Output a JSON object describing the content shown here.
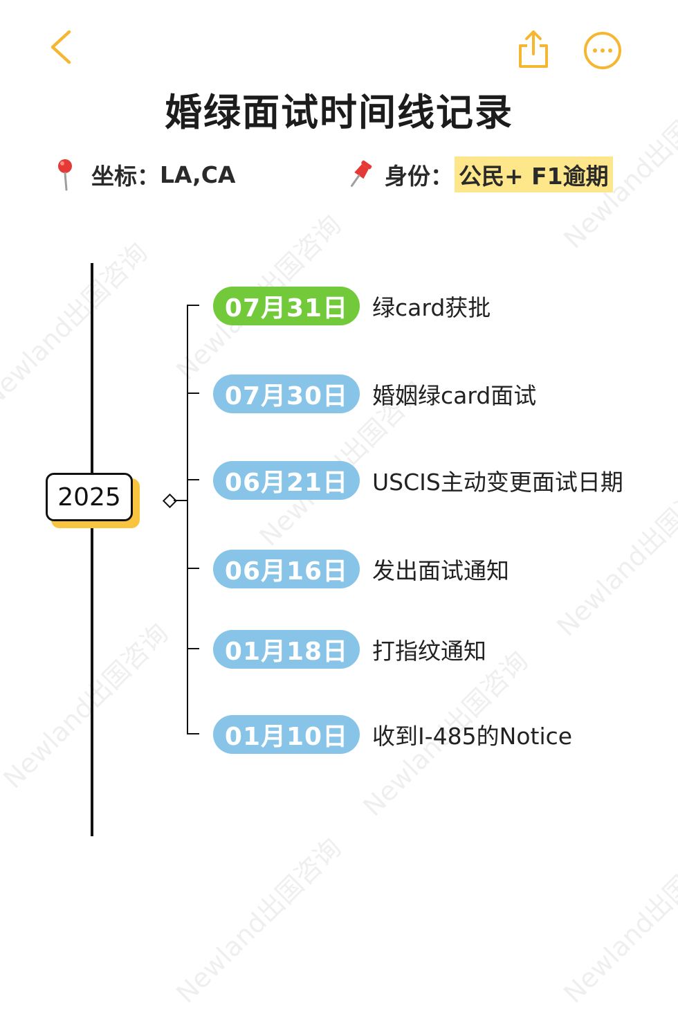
{
  "header": {
    "title": "婚绿面试时间线记录",
    "back_icon": "chevron-left-icon",
    "share_icon": "share-icon",
    "more_icon": "more-icon"
  },
  "info": {
    "location_label": "坐标：",
    "location_value": "LA,CA",
    "identity_label": "身份：",
    "identity_value": "公民+ F1逾期"
  },
  "timeline": {
    "year": "2025",
    "events": [
      {
        "date": "07月31日",
        "text": "绿card获批",
        "color": "#72c93a"
      },
      {
        "date": "07月30日",
        "text": "婚姻绿card面试",
        "color": "#87c4e8"
      },
      {
        "date": "06月21日",
        "text": "USCIS主动变更面试日期",
        "color": "#87c4e8"
      },
      {
        "date": "06月16日",
        "text": "发出面试通知",
        "color": "#87c4e8"
      },
      {
        "date": "01月18日",
        "text": "打指纹通知",
        "color": "#87c4e8"
      },
      {
        "date": "01月10日",
        "text": "收到I-485的Notice",
        "color": "#87c4e8"
      }
    ]
  },
  "watermark": "Newland出国咨询",
  "colors": {
    "accent": "#f5b731",
    "line": "#111111",
    "highlight": "#fde78a"
  }
}
